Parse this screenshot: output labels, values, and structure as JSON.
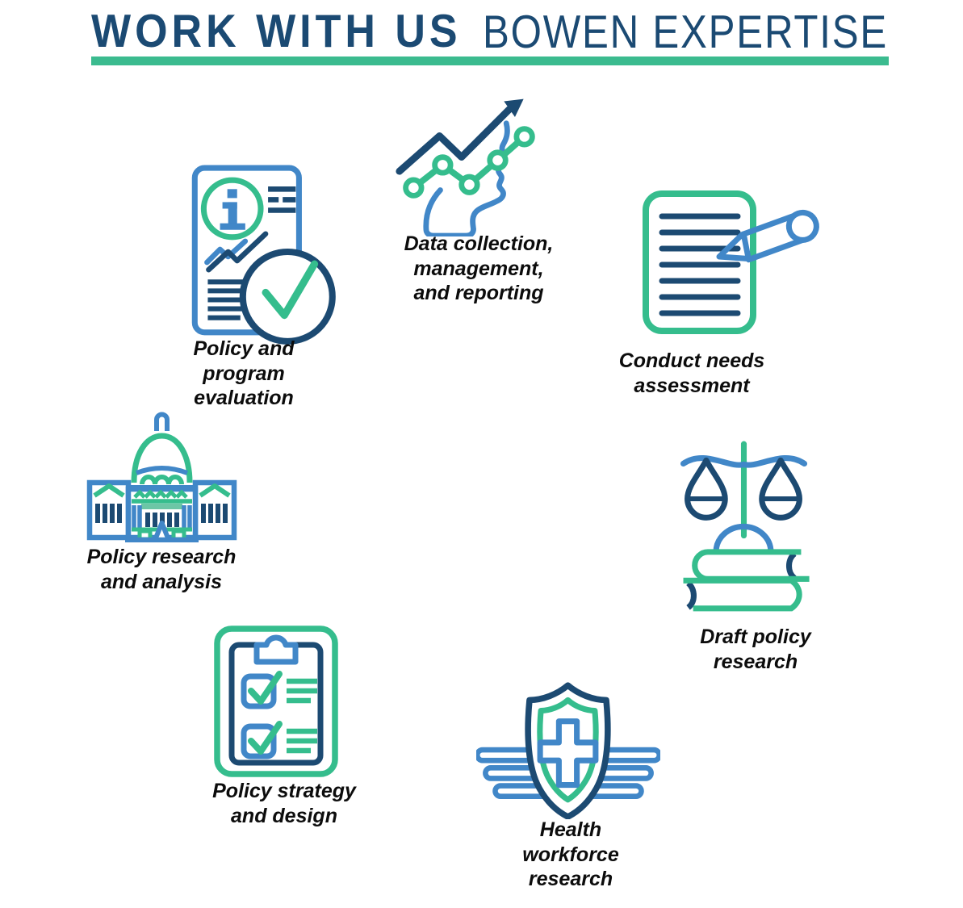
{
  "header": {
    "title_bold": "WORK WITH US",
    "title_light": "BOWEN EXPERTISE"
  },
  "palette": {
    "navy": "#1c4a72",
    "blue": "#4187c8",
    "green": "#35bd8d",
    "teal-band": "#6cc6a6",
    "accent-bar": "#3bbb8f",
    "title": "#1b4a73",
    "label": "#0c0c0c"
  },
  "items": [
    {
      "icon": "head-analytics-icon",
      "label": "Data collection,\nmanagement,\nand reporting"
    },
    {
      "icon": "report-checkmark-icon",
      "label": "Policy and\nprogram\nevaluation"
    },
    {
      "icon": "document-pencil-icon",
      "label": "Conduct needs\nassessment"
    },
    {
      "icon": "capitol-building-icon",
      "label": "Policy research\nand analysis"
    },
    {
      "icon": "scales-books-icon",
      "label": "Draft policy\nresearch"
    },
    {
      "icon": "clipboard-checklist-icon",
      "label": "Policy strategy\nand design"
    },
    {
      "icon": "shield-cross-wings-icon",
      "label": "Health\nworkforce\nresearch"
    }
  ]
}
